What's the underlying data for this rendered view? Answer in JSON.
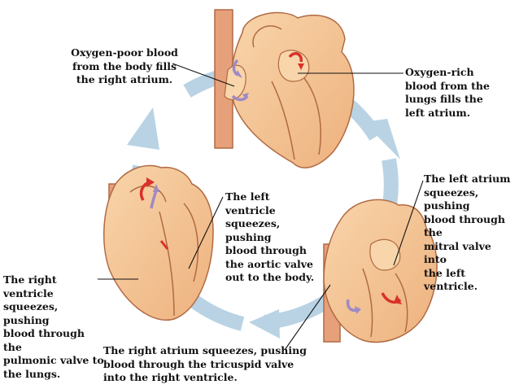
{
  "labels": {
    "right_atrium_fill": "Oxygen-poor blood\nfrom the body fills\nthe right atrium.",
    "left_atrium_fill": "Oxygen-rich\nblood from the\nlungs fills the\nleft atrium.",
    "left_atrium_squeeze": "The left atrium\nsqueezes, pushing\nblood through the\nmitral valve into\nthe left ventricle.",
    "left_ventricle_squeeze": "The left ventricle\nsqueezes, pushing\nblood through\nthe aortic valve\nout to the body.",
    "right_ventricle_squeeze": "The right ventricle\nsqueezes, pushing\nblood through the\npulmonic valve to\nthe lungs.",
    "right_atrium_squeeze": "The right atrium squeezes, pushing\nblood through the tricuspid valve\ninto the right ventricle."
  },
  "colors": {
    "cycle_arrow": "#b9d3e4",
    "heart_fill": "#f3c393",
    "heart_outline": "#b06a43",
    "vessel": "#e6a07a",
    "oxygen_poor_arrow": "#9e8ac4",
    "oxygen_rich_arrow": "#d9312a",
    "leader_line": "#111111"
  }
}
